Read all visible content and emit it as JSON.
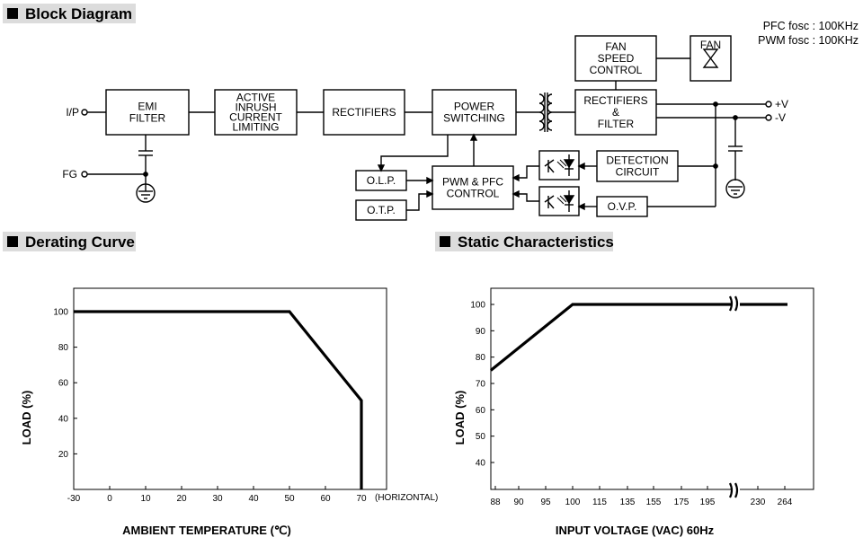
{
  "sections": {
    "block_diagram": "Block Diagram",
    "derating_curve": "Derating Curve",
    "static_characteristics": "Static Characteristics"
  },
  "oscillator": {
    "pfc": "PFC fosc : 100KHz",
    "pwm": "PWM fosc : 100KHz"
  },
  "terminals": {
    "input": "I/P",
    "fg": "FG",
    "plus_v": "+V",
    "minus_v": "-V"
  },
  "blocks": {
    "emi_filter": [
      "EMI",
      "FILTER"
    ],
    "active_inrush": [
      "ACTIVE",
      "INRUSH",
      "CURRENT",
      "LIMITING"
    ],
    "rectifiers": [
      "RECTIFIERS"
    ],
    "power_switching": [
      "POWER",
      "SWITCHING"
    ],
    "fan_speed_control": [
      "FAN",
      "SPEED",
      "CONTROL"
    ],
    "fan": [
      "FAN"
    ],
    "rectifiers_filter": [
      "RECTIFIERS",
      "&",
      "FILTER"
    ],
    "detection_circuit": [
      "DETECTION",
      "CIRCUIT"
    ],
    "olp": [
      "O.L.P."
    ],
    "pwm_pfc_control": [
      "PWM & PFC",
      "CONTROL"
    ],
    "otp": [
      "O.T.P."
    ],
    "ovp": [
      "O.V.P."
    ]
  },
  "chart_data": [
    {
      "type": "line",
      "title": "",
      "xlabel": "AMBIENT TEMPERATURE (℃)",
      "ylabel": "LOAD (%)",
      "x_ticks": [
        -30,
        0,
        10,
        20,
        30,
        40,
        50,
        60,
        70
      ],
      "x_note": "(HORIZONTAL)",
      "y_ticks": [
        20,
        40,
        60,
        80,
        100
      ],
      "xlim": [
        -30,
        70
      ],
      "ylim": [
        0,
        100
      ],
      "grid": false,
      "series": [
        {
          "x": [
            -30,
            50,
            70,
            70
          ],
          "y": [
            100,
            100,
            50,
            0
          ]
        }
      ]
    },
    {
      "type": "line",
      "title": "",
      "xlabel": "INPUT VOLTAGE (VAC) 60Hz",
      "ylabel": "LOAD (%)",
      "x_ticks": [
        "88",
        "90",
        "95",
        "100",
        "115",
        "135",
        "155",
        "175",
        "195",
        "230",
        "264"
      ],
      "y_ticks": [
        40,
        50,
        60,
        70,
        80,
        90,
        100
      ],
      "ylim": [
        30,
        100
      ],
      "axis_break": true,
      "grid": false,
      "series": [
        {
          "x": [
            "88",
            "100",
            "264"
          ],
          "y": [
            75,
            100,
            100
          ]
        }
      ]
    }
  ]
}
